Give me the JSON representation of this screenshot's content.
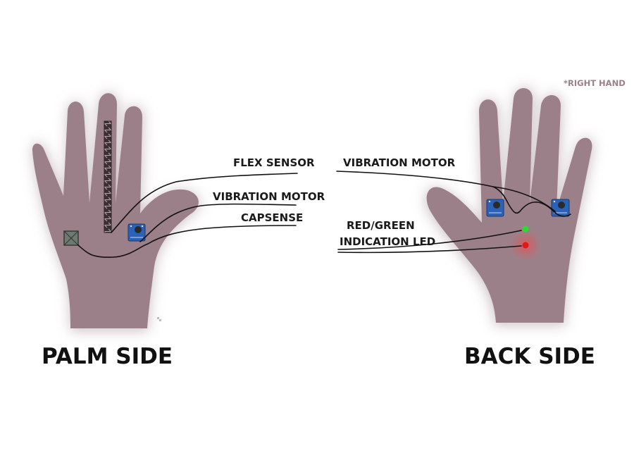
{
  "note": {
    "text": "*RIGHT HAND"
  },
  "palm": {
    "title": "PALM SIDE",
    "labels": {
      "flex": "FLEX SENSOR",
      "vibration": "VIBRATION MOTOR",
      "capsense": "CAPSENSE"
    }
  },
  "back": {
    "title": "BACK SIDE",
    "labels": {
      "vibration": "VIBRATION MOTOR",
      "led_line1": "RED/GREEN",
      "led_line2": "INDICATION LED"
    }
  },
  "colors": {
    "hand": "#9c8089",
    "hand_shadow": "#cfc3c7",
    "board": "#2a62b8",
    "led_green": "#2fd92f",
    "led_red": "#e01818",
    "note": "#9c8089"
  }
}
